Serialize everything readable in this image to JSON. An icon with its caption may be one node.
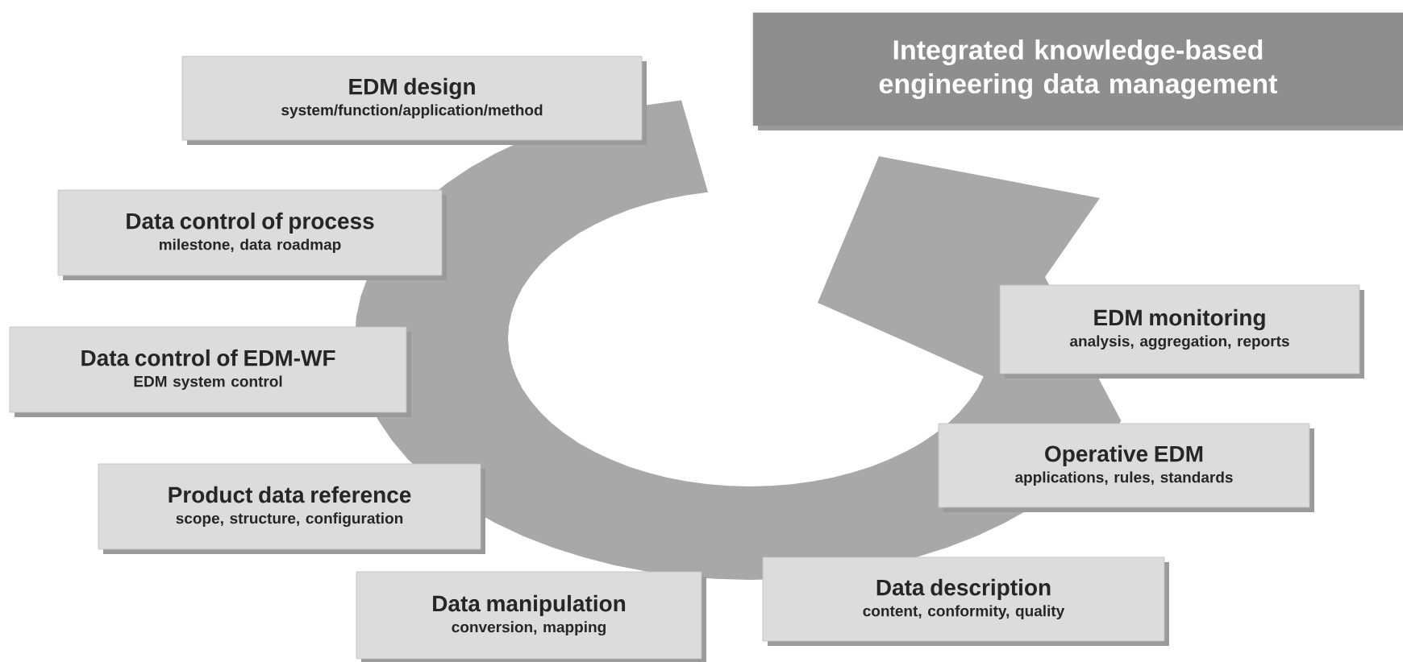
{
  "diagram": {
    "nodes": [
      {
        "text": [
          "Integrated knowledge-based engineering data management"
        ]
      },
      {
        "text": [
          "EDM design",
          "system/function/application/method"
        ]
      },
      {
        "text": [
          "Data control of process",
          "milestone, data roadmap"
        ]
      },
      {
        "text": [
          "Data control of EDM-WF",
          "EDM system control"
        ]
      },
      {
        "text": [
          "Product data reference",
          "scope, structure, configuration"
        ]
      },
      {
        "text": [
          "Data manipulation",
          "conversion, mapping"
        ]
      },
      {
        "text": [
          "Data description",
          "content, conformity, quality"
        ]
      },
      {
        "text": [
          "Operative EDM",
          "applications, rules, standards"
        ]
      },
      {
        "text": [
          "EDM monitoring",
          "analysis, aggregation, reports"
        ]
      }
    ]
  }
}
